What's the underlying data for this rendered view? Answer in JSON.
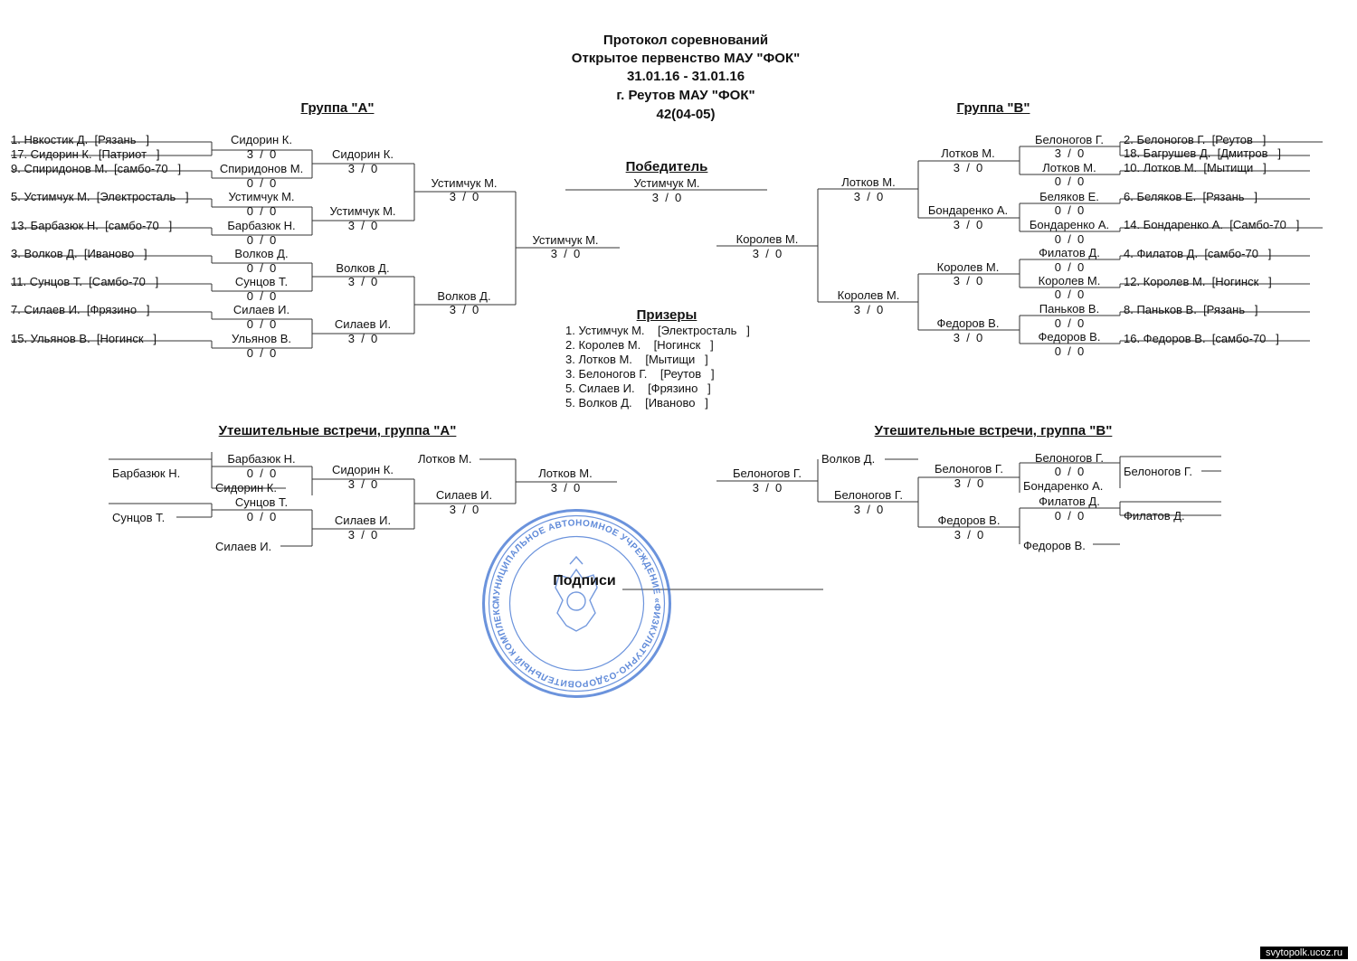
{
  "header": {
    "title": "Протокол соревнований",
    "event": "Открытое первенство МАУ \"ФОК\"",
    "dates": "31.01.16 - 31.01.16",
    "place": "г. Реутов МАУ \"ФОК\"",
    "category": "42(04-05)"
  },
  "group_a": {
    "title": "Группа  \"А\"",
    "entrants": [
      "1. Нвкостик Д.  [Рязань   ]",
      "17. Сидорин К.  [Патриот   ]",
      "9. Спиридонов М.  [самбо-70   ]",
      "5. Устимчук М.  [Электросталь   ]",
      "13. Барбазюк Н.  [самбо-70   ]",
      "3. Волков Д.  [Иваново   ]",
      "11. Сунцов Т.  [Самбо-70   ]",
      "7. Силаев И.  [Фрязино   ]",
      "15. Ульянов В.  [Ногинск   ]"
    ],
    "prelim": {
      "name": "Сидорин К.",
      "score": "3  /  0"
    },
    "r1": [
      {
        "name": "Спиридонов М.",
        "score": "0  /  0"
      },
      {
        "name": "Устимчук М.",
        "score": "0  /  0"
      },
      {
        "name": "Барбазюк Н.",
        "score": "0  /  0"
      },
      {
        "name": "Волков Д.",
        "score": "0  /  0"
      },
      {
        "name": "Сунцов Т.",
        "score": "0  /  0"
      },
      {
        "name": "Силаев И.",
        "score": "0  /  0"
      },
      {
        "name": "Ульянов В.",
        "score": "0  /  0"
      }
    ],
    "r2": [
      {
        "name": "Сидорин К.",
        "score": "3  /  0"
      },
      {
        "name": "Устимчук М.",
        "score": "3  /  0"
      },
      {
        "name": "Волков Д.",
        "score": "3  /  0"
      },
      {
        "name": "Силаев И.",
        "score": "3  /  0"
      }
    ],
    "r3": [
      {
        "name": "Устимчук М.",
        "score": "3  /  0"
      },
      {
        "name": "Волков Д.",
        "score": "3  /  0"
      }
    ],
    "final": {
      "name": "Устимчук М.",
      "score": "3  /  0"
    }
  },
  "group_b": {
    "title": "Группа  \"В\"",
    "entrants": [
      "2. Белоногов Г.  [Реутов   ]",
      "18. Багрушев Д.  [Дмитров   ]",
      "10. Лотков М.  [Мытищи   ]",
      "6. Беляков Е.  [Рязань   ]",
      "14. Бондаренко А.  [Самбо-70   ]",
      "4. Филатов Д.  [самбо-70   ]",
      "12. Королев М.  [Ногинск   ]",
      "8. Паньков В.  [Рязань   ]",
      "16. Федоров В.  [самбо-70   ]"
    ],
    "r1": [
      {
        "name": "Белоногов Г.",
        "score": "3  /  0"
      },
      {
        "name": "Лотков М.",
        "score": "0  /  0"
      },
      {
        "name": "Беляков Е.",
        "score": "0  /  0"
      },
      {
        "name": "Бондаренко А.",
        "score": "0  /  0"
      },
      {
        "name": "Филатов Д.",
        "score": "0  /  0"
      },
      {
        "name": "Королев М.",
        "score": "0  /  0"
      },
      {
        "name": "Паньков В.",
        "score": "0  /  0"
      },
      {
        "name": "Федоров В.",
        "score": "0  /  0"
      }
    ],
    "r2": [
      {
        "name": "Лотков М.",
        "score": "3  /  0"
      },
      {
        "name": "Бондаренко А.",
        "score": "3  /  0"
      },
      {
        "name": "Королев М.",
        "score": "3  /  0"
      },
      {
        "name": "Федоров В.",
        "score": "3  /  0"
      }
    ],
    "r3": [
      {
        "name": "Лотков М.",
        "score": "3  /  0"
      },
      {
        "name": "Королев М.",
        "score": "3  /  0"
      }
    ],
    "final": {
      "name": "Королев М.",
      "score": "3  /  0"
    }
  },
  "winner": {
    "title": "Победитель",
    "name": "Устимчук М.",
    "score": "3  /  0"
  },
  "prizers": {
    "title": "Призеры",
    "items": [
      "1. Устимчук М.    [Электросталь   ]",
      "2. Королев М.    [Ногинск   ]",
      "3. Лотков М.    [Мытищи   ]",
      "3. Белоногов Г.    [Реутов   ]",
      "5. Силаев И.    [Фрязино   ]",
      "5. Волков Д.    [Иваново   ]"
    ]
  },
  "consolation_a": {
    "title": "Утешительные встречи, группа \"А\"",
    "r1": [
      {
        "name": "Барбазюк Н.",
        "score": "0  /  0"
      },
      {
        "name": "Сунцов Т.",
        "score": "0  /  0"
      }
    ],
    "r2": [
      {
        "name": "Сидорин К.",
        "score": "3  /  0"
      },
      {
        "name": "Силаев И.",
        "score": "3  /  0"
      }
    ],
    "r3": [
      {
        "name": "Силаев И.",
        "score": "3  /  0"
      },
      {
        "name": "Лотков М.",
        "score": "3  /  0"
      }
    ],
    "seeds": [
      "Лотков М.",
      "Барбазюк Н.",
      "Сидорин К.",
      "Сунцов Т.",
      "Силаев И."
    ]
  },
  "consolation_b": {
    "title": "Утешительные встречи, группа \"В\"",
    "r1": [
      {
        "name": "Белоногов Г.",
        "score": "0  /  0"
      },
      {
        "name": "Филатов Д.",
        "score": "0  /  0"
      }
    ],
    "r2": [
      {
        "name": "Белоногов Г.",
        "score": "3  /  0"
      },
      {
        "name": "Федоров В.",
        "score": "3  /  0"
      }
    ],
    "r3": [
      {
        "name": "Белоногов Г.",
        "score": "3  /  0"
      },
      {
        "name": "Белоногов Г.",
        "score": "3  /  0"
      }
    ],
    "seeds": [
      "Волков Д.",
      "Белоногов Г.",
      "Бондаренко А.",
      "Филатов Д.",
      "Федоров В."
    ]
  },
  "signatures": {
    "label": "Подписи"
  },
  "stamp": {
    "text": "МУНИЦИПАЛЬНОЕ АВТОНОМНОЕ УЧРЕЖДЕНИЕ «ФИЗКУЛЬТУРНО-ОЗДОРОВИТЕЛЬНЫЙ КОМПЛЕКС» МОСКОВСКАЯ ОБЛАСТЬ, г.РЕУТОВ"
  },
  "footer": {
    "site": "svytopolk.ucoz.ru"
  }
}
